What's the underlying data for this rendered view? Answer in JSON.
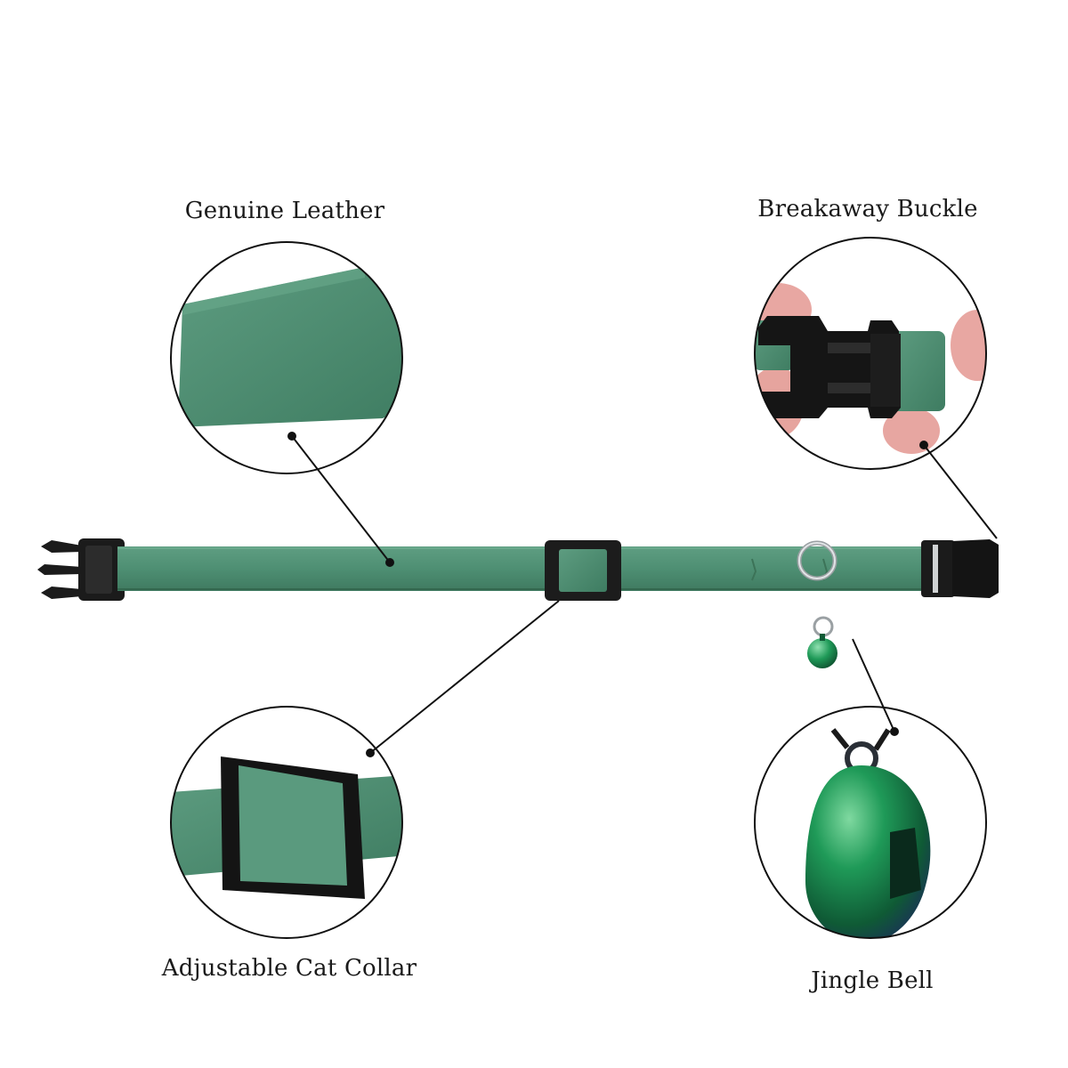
{
  "labels": {
    "genuine_leather": "Genuine Leather",
    "breakaway_buckle": "Breakaway Buckle",
    "adjustable_cat_collar": "Adjustable Cat Collar",
    "jingle_bell": "Jingle Bell"
  },
  "colors": {
    "leather_green": "#4e8f73",
    "leather_dark": "#3f7a60",
    "buckle_black": "#1b1b1b",
    "bell_green": "#1f7a46",
    "skin": "#e8a7a2",
    "line": "#111111"
  }
}
